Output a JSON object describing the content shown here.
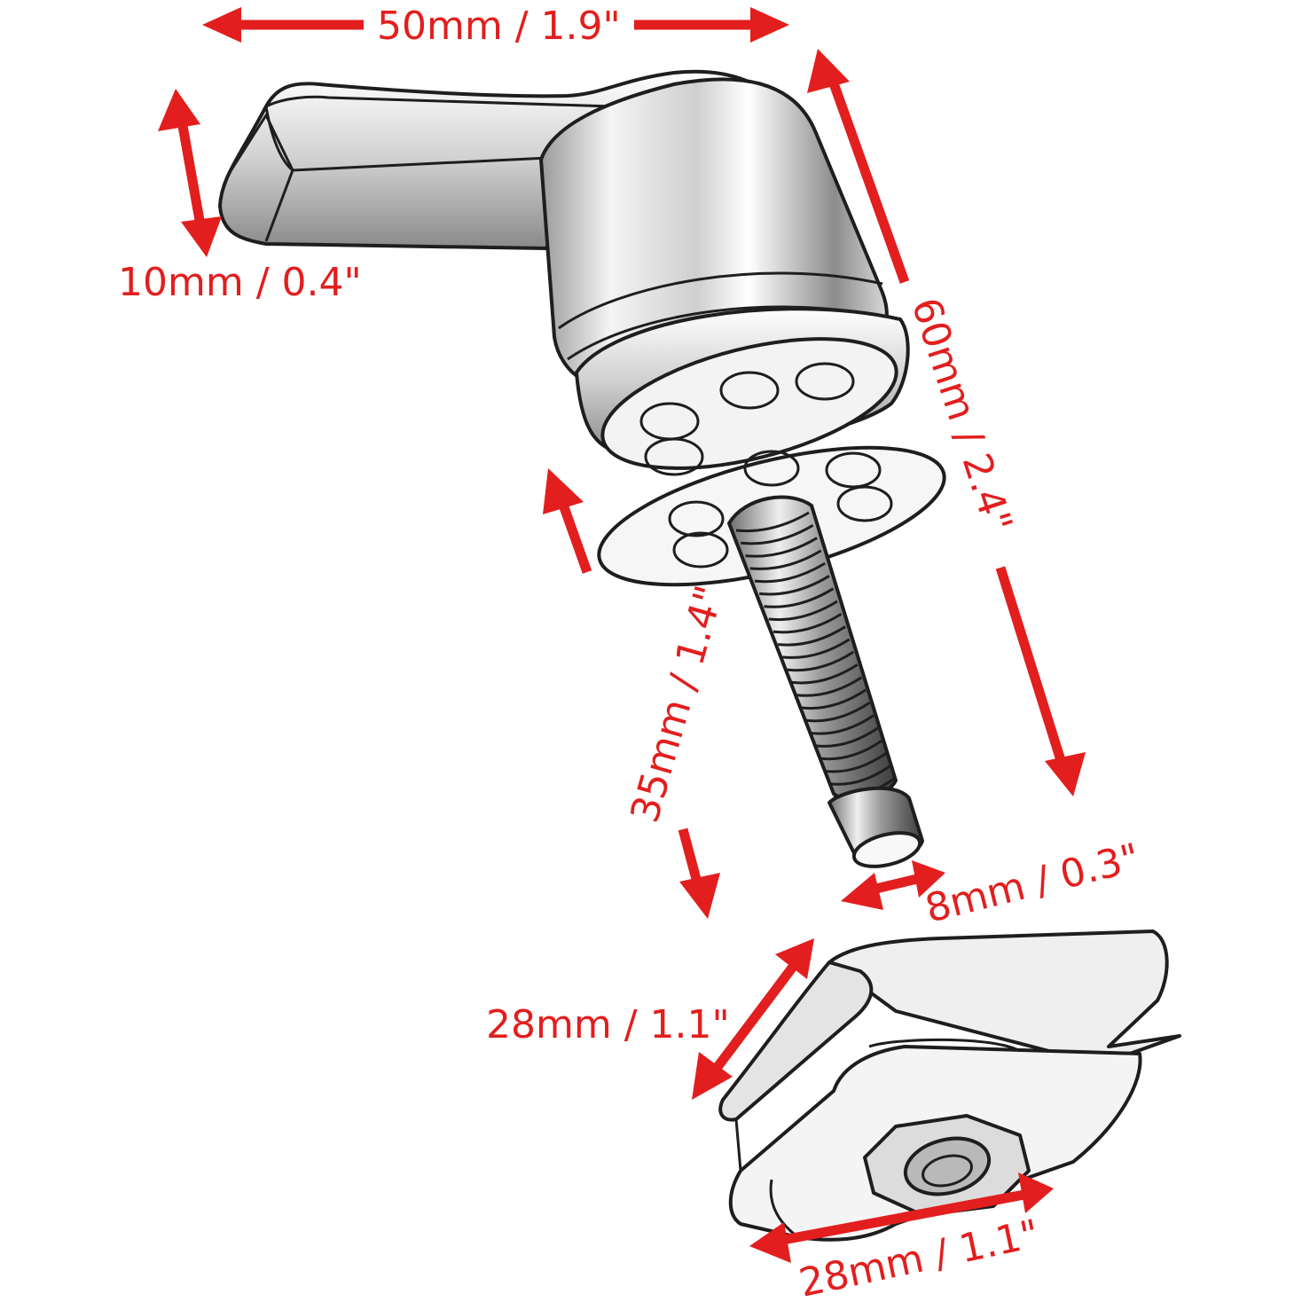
{
  "diagram": {
    "parts": {
      "handle": "lever-handle",
      "washer": "hinge-washer",
      "bolt": "threaded-bolt",
      "clip": "spring-clip-nut"
    },
    "dimensions": {
      "handle_length": "50mm / 1.9\"",
      "handle_height": "10mm / 0.4\"",
      "overall_length": "60mm / 2.4\"",
      "bolt_length": "35mm / 1.4\"",
      "bolt_diameter": "8mm / 0.3\"",
      "clip_width": "28mm / 1.1\"",
      "clip_length": "28mm / 1.1\""
    },
    "colors": {
      "annotation": "#e31e1e",
      "outline": "#1e1e1e",
      "background": "#ffffff"
    }
  }
}
